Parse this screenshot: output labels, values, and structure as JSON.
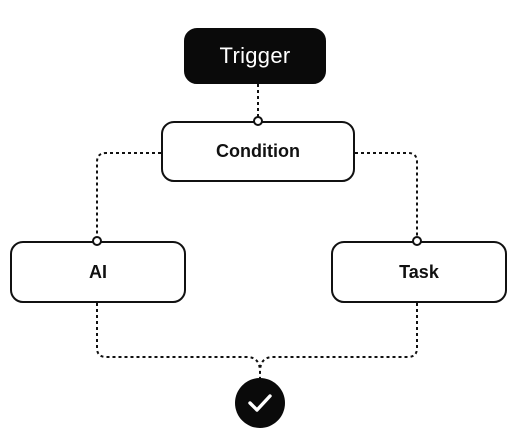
{
  "nodes": {
    "trigger": "Trigger",
    "condition": "Condition",
    "ai": "AI",
    "task": "Task"
  },
  "end_node": {
    "icon": "checkmark-icon"
  },
  "colors": {
    "node_border": "#111111",
    "dark_fill": "#0a0a0a",
    "background": "#ffffff"
  }
}
